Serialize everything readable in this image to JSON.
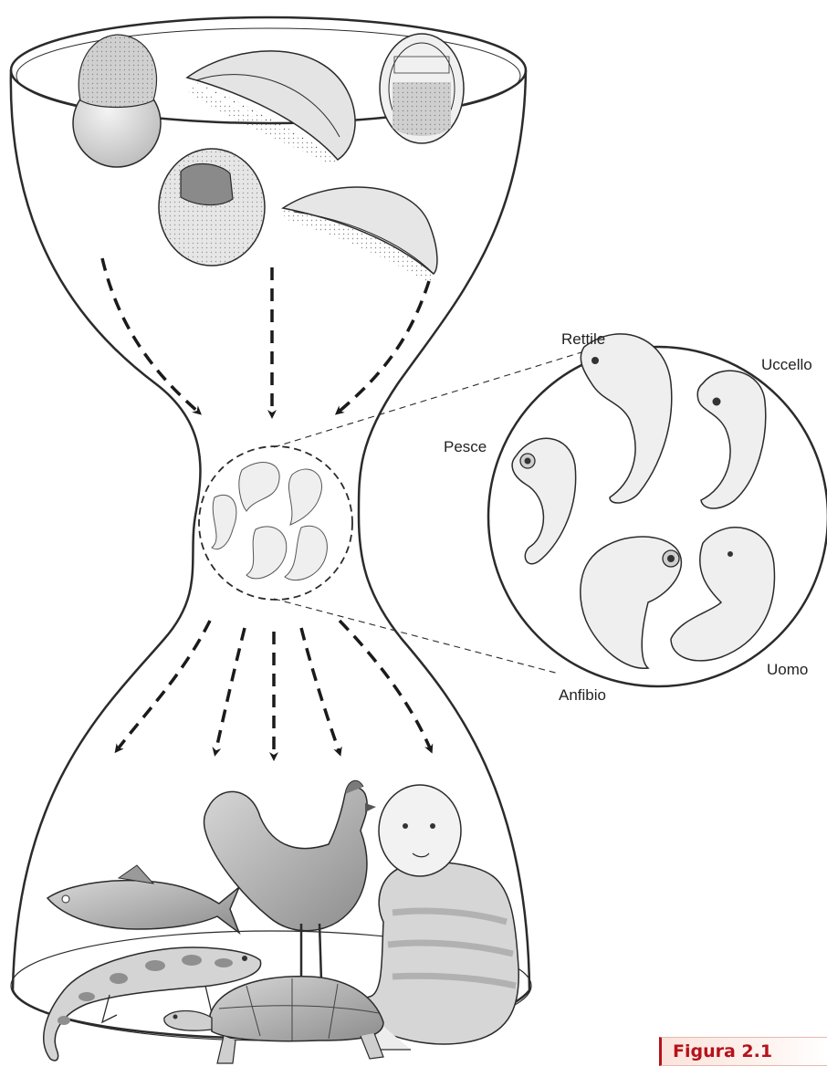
{
  "labels": {
    "rettile": "Rettile",
    "uccello": "Uccello",
    "pesce": "Pesce",
    "uomo": "Uomo",
    "anfibio": "Anfibio"
  },
  "caption": "Figura 2.1",
  "colors": {
    "caption_red": "#b5121b",
    "outline": "#2b2b2b",
    "fill_light": "#e9e9e9",
    "fill_mid": "#bdbdbd",
    "fill_dark": "#6f6f6f"
  }
}
